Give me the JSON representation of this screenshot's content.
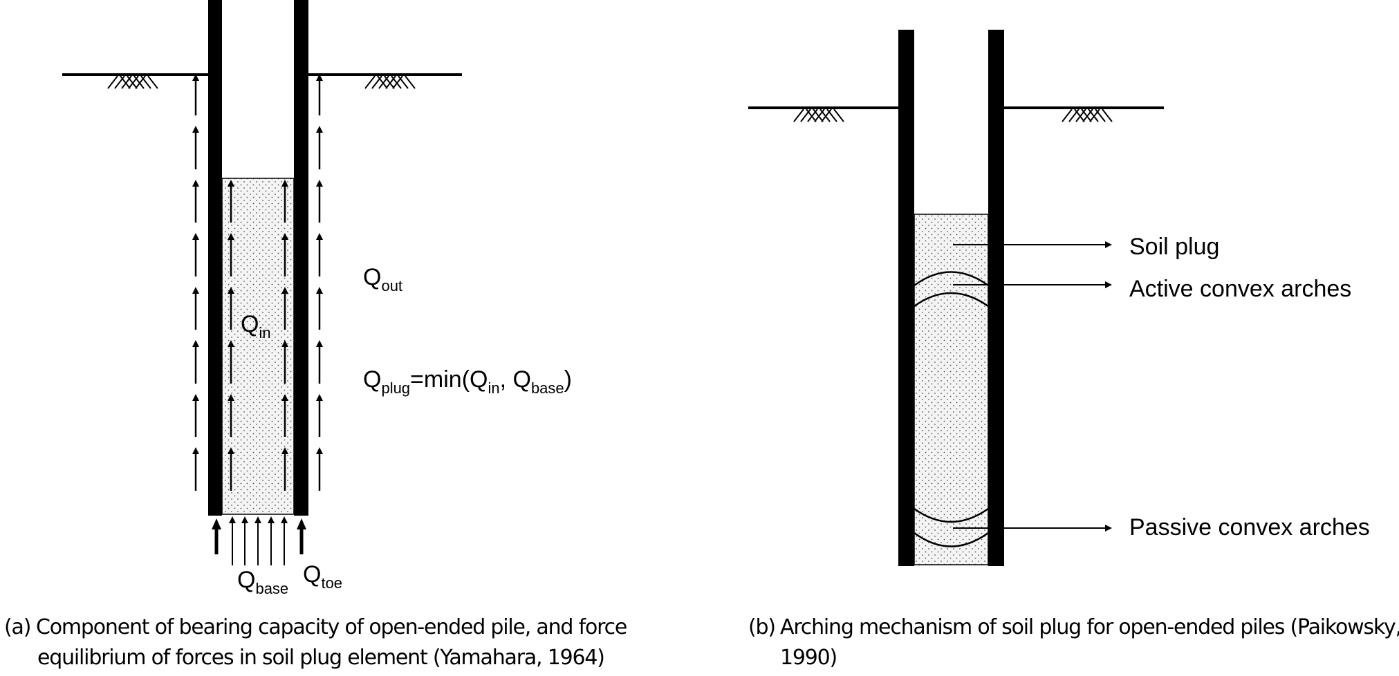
{
  "panel_a": {
    "labels": {
      "q_out": {
        "main": "Q",
        "sub": "out"
      },
      "q_in": {
        "main": "Q",
        "sub": "in"
      },
      "q_plug": {
        "main": "Q",
        "sub": "plug",
        "eq": "=min(Q",
        "sub2": "in",
        "sep": ", Q",
        "sub3": "base",
        "close": ")"
      },
      "q_base": {
        "main": "Q",
        "sub": "base"
      },
      "q_toe": {
        "main": "Q",
        "sub": "toe"
      }
    },
    "caption": {
      "label": "(a)",
      "line1": "Component of bearing capacity of open-ended pile, and force",
      "line2": "equilibrium of forces in soil plug element (Yamahara, 1964)"
    }
  },
  "panel_b": {
    "callouts": {
      "soil_plug": "Soil plug",
      "active_arches": "Active convex arches",
      "passive_arches": "Passive convex arches"
    },
    "caption": {
      "label": "(b)",
      "line1": "Arching mechanism of soil plug for open-ended piles (Paikowsky,",
      "line2": "1990)"
    }
  },
  "colors": {
    "ink": "#000000",
    "plug_fill": "#f4f4f4",
    "background": "#ffffff"
  }
}
